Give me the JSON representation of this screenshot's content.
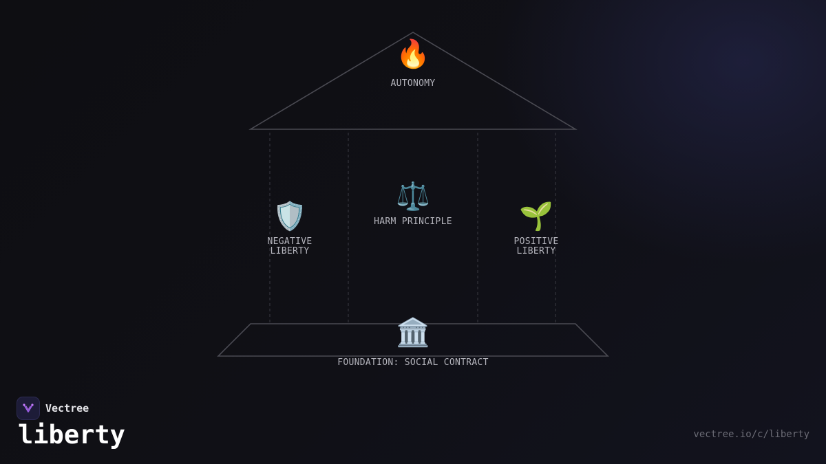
{
  "diagram": {
    "roof": {
      "icon": "🔥",
      "icon_name": "fire-icon",
      "label": "AUTONOMY"
    },
    "pillars": [
      {
        "icon": "🛡️",
        "icon_name": "shield-icon",
        "label": "NEGATIVE\nLIBERTY"
      },
      {
        "icon": "⚖️",
        "icon_name": "scales-icon",
        "label": "HARM PRINCIPLE"
      },
      {
        "icon": "🌱",
        "icon_name": "seedling-icon",
        "label": "POSITIVE\nLIBERTY"
      }
    ],
    "foundation": {
      "icon": "🏛️",
      "icon_name": "classical-building-icon",
      "label": "FOUNDATION: SOCIAL CONTRACT"
    }
  },
  "brand": {
    "name": "Vectree",
    "logo_icon": "vectree-logo-icon"
  },
  "page": {
    "title": "liberty",
    "url": "vectree.io/c/liberty"
  },
  "colors": {
    "background": "#0f0f14",
    "outline": "#4a4a52",
    "label": "#b4b4bc",
    "logo_bg": "#1d1c38",
    "logo_accent": "#9b5de5"
  }
}
